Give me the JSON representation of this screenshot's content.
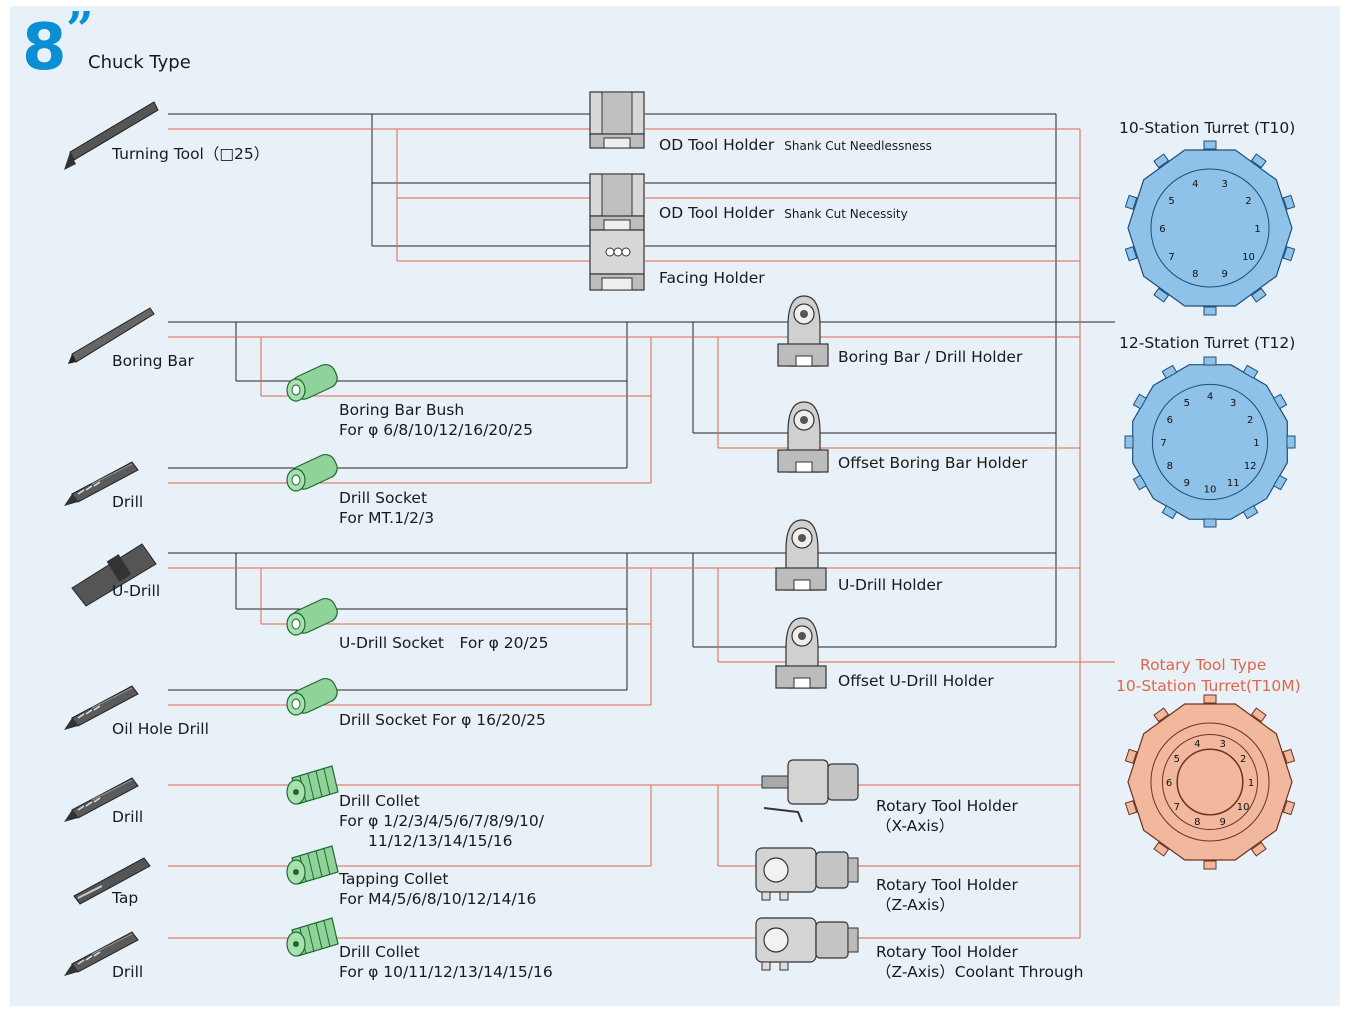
{
  "header": {
    "size_label": "8",
    "quote_mark": "”",
    "title": "Chuck Type"
  },
  "tools": {
    "turning_tool": "Turning Tool（□25）",
    "boring_bar": "Boring Bar",
    "drill_1": "Drill",
    "u_drill": "U-Drill",
    "oil_hole_drill": "Oil Hole Drill",
    "drill_2": "Drill",
    "tap": "Tap",
    "drill_3": "Drill"
  },
  "adapters": {
    "boring_bar_bush": [
      "Boring Bar Bush",
      "For φ 6/8/10/12/16/20/25"
    ],
    "drill_socket": [
      "Drill Socket",
      "For MT.1/2/3"
    ],
    "u_drill_socket": "U-Drill Socket　For φ 20/25",
    "drill_socket_2": "Drill Socket For φ 16/20/25",
    "drill_collet_1": [
      "Drill Collet",
      "For φ 1/2/3/4/5/6/7/8/9/10/",
      "11/12/13/14/15/16"
    ],
    "tapping_collet": [
      "Tapping Collet",
      "For M4/5/6/8/10/12/14/16"
    ],
    "drill_collet_2": [
      "Drill Collet",
      "For φ 10/11/12/13/14/15/16"
    ]
  },
  "holders": {
    "od_1": {
      "label": "OD Tool Holder",
      "note": "Shank Cut Needlessness"
    },
    "od_2": {
      "label": "OD Tool Holder",
      "note": "Shank Cut Necessity"
    },
    "facing": "Facing Holder",
    "boring_drill": "Boring Bar / Drill Holder",
    "offset_boring": "Offset Boring Bar Holder",
    "u_drill": "U-Drill Holder",
    "offset_u_drill": "Offset U-Drill Holder",
    "rotary_x": [
      "Rotary Tool Holder",
      "（X-Axis）"
    ],
    "rotary_z": [
      "Rotary Tool Holder",
      "（Z-Axis）"
    ],
    "rotary_z_coolant": [
      "Rotary Tool Holder",
      "（Z-Axis）Coolant Through"
    ]
  },
  "turrets": {
    "t10": {
      "label": "10-Station Turret (T10)",
      "numbers": [
        "1",
        "2",
        "3",
        "4",
        "5",
        "6",
        "7",
        "8",
        "9",
        "10"
      ]
    },
    "t12": {
      "label": "12-Station Turret (T12)",
      "numbers": [
        "1",
        "2",
        "3",
        "4",
        "5",
        "6",
        "7",
        "8",
        "9",
        "10",
        "11",
        "12"
      ]
    },
    "t10m": {
      "label": [
        "Rotary Tool Type",
        "10-Station Turret(T10M)"
      ],
      "numbers": [
        "1",
        "2",
        "3",
        "4",
        "5",
        "6",
        "7",
        "8",
        "9",
        "10"
      ]
    }
  },
  "colors": {
    "accent": "#0a8ed4",
    "orange_line": "#e0664a",
    "turret_blue": "#8ec2e8",
    "turret_orange": "#f2b89e",
    "green": "#8fd39a"
  }
}
